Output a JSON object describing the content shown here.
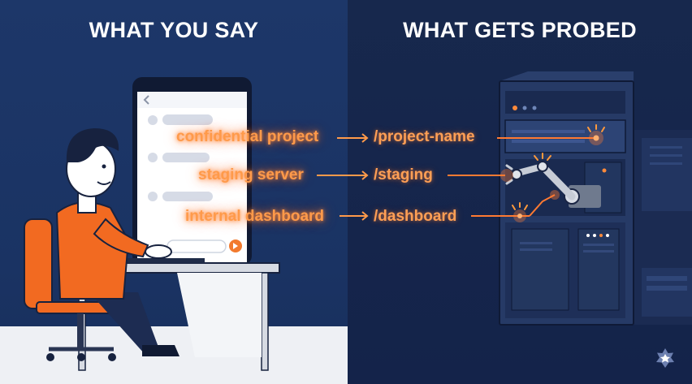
{
  "left_panel": {
    "heading": "WHAT YOU SAY"
  },
  "right_panel": {
    "heading": "WHAT GETS PROBED"
  },
  "mappings": [
    {
      "phrase": "confidential project",
      "path": "/project-name"
    },
    {
      "phrase": "staging server",
      "path": "/staging"
    },
    {
      "phrase": "internal dashboard",
      "path": "/dashboard"
    }
  ],
  "colors": {
    "left_background": "#1d3769",
    "right_background": "#17284d",
    "accent": "#ff9a4a",
    "shirt": "#f26a21"
  },
  "icons": [
    "back-chevron-icon",
    "send-icon",
    "watermark-icon"
  ]
}
